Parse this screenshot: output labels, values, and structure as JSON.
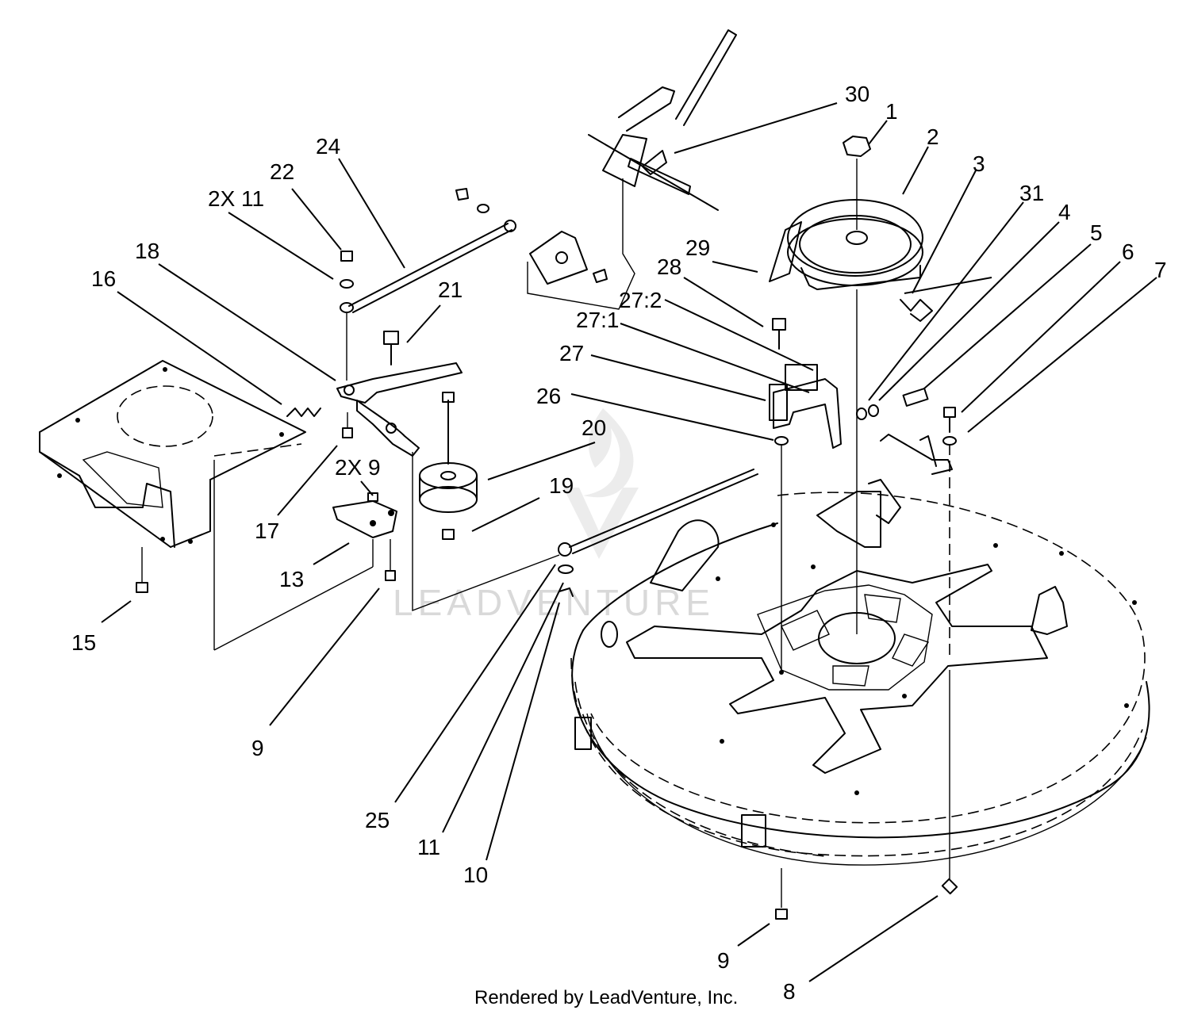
{
  "watermark": "LEADVENTURE",
  "footer": "Rendered by LeadVenture, Inc.",
  "callouts": [
    {
      "id": "c30",
      "text": "30"
    },
    {
      "id": "c1",
      "text": "1"
    },
    {
      "id": "c2",
      "text": "2"
    },
    {
      "id": "c3",
      "text": "3"
    },
    {
      "id": "c31",
      "text": "31"
    },
    {
      "id": "c4",
      "text": "4"
    },
    {
      "id": "c5",
      "text": "5"
    },
    {
      "id": "c6",
      "text": "6"
    },
    {
      "id": "c7",
      "text": "7"
    },
    {
      "id": "c24",
      "text": "24"
    },
    {
      "id": "c22",
      "text": "22"
    },
    {
      "id": "c2x11",
      "text": "2X 11"
    },
    {
      "id": "c18",
      "text": "18"
    },
    {
      "id": "c16",
      "text": "16"
    },
    {
      "id": "c21",
      "text": "21"
    },
    {
      "id": "c29",
      "text": "29"
    },
    {
      "id": "c28",
      "text": "28"
    },
    {
      "id": "c27_2",
      "text": "27:2"
    },
    {
      "id": "c27_1",
      "text": "27:1"
    },
    {
      "id": "c27",
      "text": "27"
    },
    {
      "id": "c26",
      "text": "26"
    },
    {
      "id": "c20",
      "text": "20"
    },
    {
      "id": "c2x9",
      "text": "2X 9"
    },
    {
      "id": "c19",
      "text": "19"
    },
    {
      "id": "c17",
      "text": "17"
    },
    {
      "id": "c13",
      "text": "13"
    },
    {
      "id": "c15",
      "text": "15"
    },
    {
      "id": "c9a",
      "text": "9"
    },
    {
      "id": "c25",
      "text": "25"
    },
    {
      "id": "c11",
      "text": "11"
    },
    {
      "id": "c10",
      "text": "10"
    },
    {
      "id": "c9b",
      "text": "9"
    },
    {
      "id": "c8",
      "text": "8"
    }
  ]
}
